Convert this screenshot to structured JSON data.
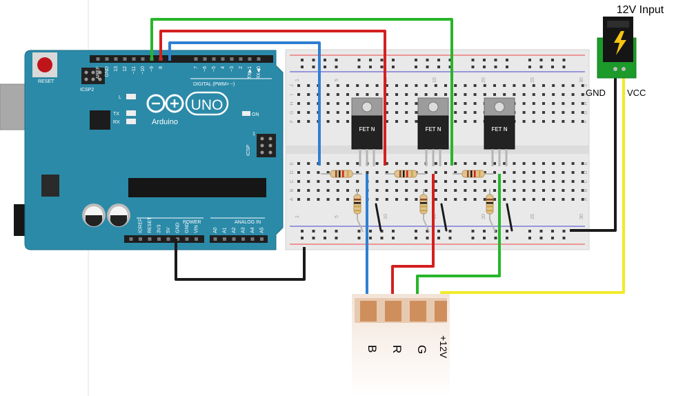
{
  "power_jack": {
    "title": "12V Input",
    "gnd_label": "GND",
    "vcc_label": "VCC"
  },
  "arduino": {
    "reset_label": "RESET",
    "icsp2_label": "ICSP2",
    "l_label": "L",
    "tx_label": "TX",
    "rx_label": "RX",
    "on_label": "ON",
    "logo_text": "UNO",
    "brand_text": "Arduino",
    "digital_label": "DIGITAL (PWM= ~)",
    "icsp_label": "ICSP",
    "icsp_pin1": "1",
    "power_label": "POWER",
    "analog_label": "ANALOG IN",
    "top_pins": [
      "AREF",
      "GND",
      "13",
      "12",
      "~11",
      "~10",
      "~9",
      "8",
      "7",
      "~6",
      "~5",
      "4",
      "~3",
      "2",
      "TX▶1",
      "RX◀0"
    ],
    "bottom_power_pins": [
      "IOREF",
      "RESET",
      "3V3",
      "5V",
      "GND",
      "GND",
      "VIN"
    ],
    "bottom_analog_pins": [
      "A0",
      "A1",
      "A2",
      "A3",
      "A4",
      "A5"
    ]
  },
  "breadboard": {
    "column_numbers": [
      "1",
      "5",
      "10",
      "15",
      "20",
      "25",
      "30"
    ],
    "row_letters_top": [
      "J",
      "I",
      "H",
      "G",
      "F"
    ],
    "row_letters_bottom": [
      "E",
      "D",
      "C",
      "B",
      "A"
    ]
  },
  "mosfet_label": "FET N",
  "led_strip": {
    "pins": [
      "B",
      "R",
      "G",
      "+12V"
    ]
  },
  "colors": {
    "blue_wire": "#2f7fd1",
    "red_wire": "#d41f1f",
    "green_wire": "#28b52a",
    "black_wire": "#1a1a1a",
    "yellow_wire": "#f2ea26",
    "arduino_board": "#2b8aa8"
  }
}
